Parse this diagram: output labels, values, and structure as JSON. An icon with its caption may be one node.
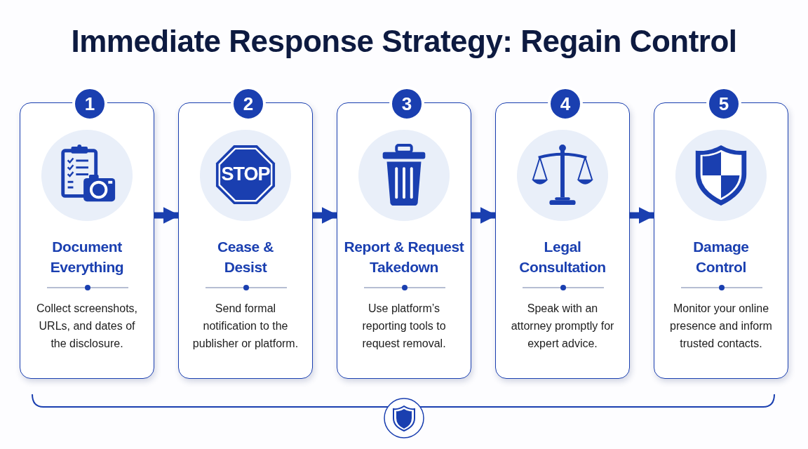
{
  "diagram": {
    "title": "Immediate Response Strategy: Regain Control",
    "nodes": [
      {
        "text": [
          "1",
          "Document Everything",
          "Collect screenshots, URLs, and dates of the disclosure."
        ]
      },
      {
        "text": [
          "2",
          "Cease & Desist",
          "Send formal notification to the publisher or platform."
        ]
      },
      {
        "text": [
          "3",
          "Report & Request Takedown",
          "Use platform’s reporting tools to request removal."
        ]
      },
      {
        "text": [
          "4",
          "Legal Consultation",
          "Speak with an attorney promptly for expert advice."
        ]
      },
      {
        "text": [
          "5",
          "Damage Control",
          "Monitor your online presence and inform trusted contacts."
        ]
      }
    ],
    "edges": [
      {
        "from": 0,
        "to": 1,
        "arrow": "to"
      },
      {
        "from": 1,
        "to": 2,
        "arrow": "to"
      },
      {
        "from": 2,
        "to": 3,
        "arrow": "to"
      },
      {
        "from": 3,
        "to": 4,
        "arrow": "to"
      }
    ],
    "labels": [
      "STOP"
    ]
  }
}
